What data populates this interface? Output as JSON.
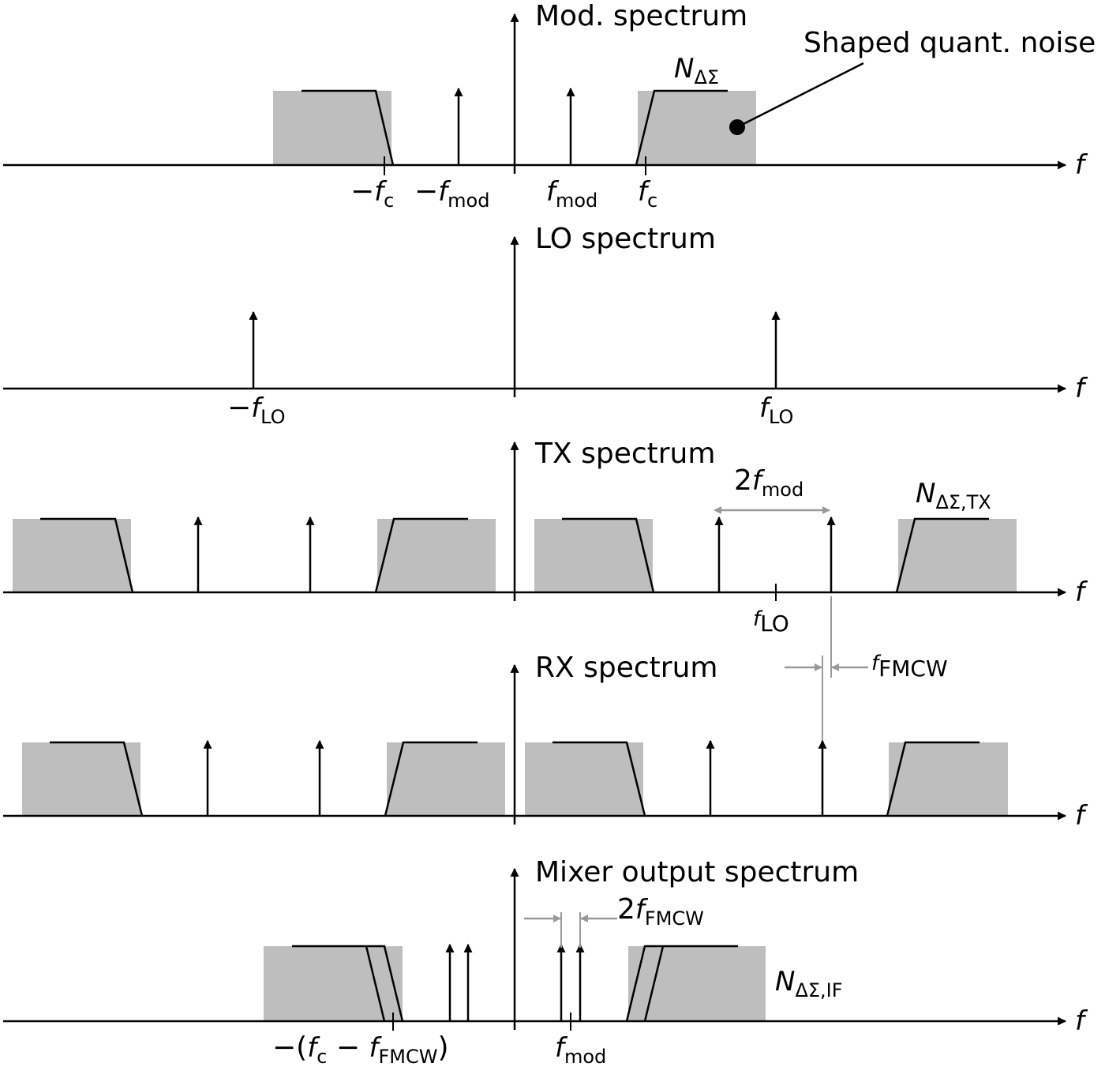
{
  "panels": {
    "mod": {
      "title": "Mod. spectrum",
      "axis_label": "f"
    },
    "lo": {
      "title": "LO spectrum",
      "axis_label": "f"
    },
    "tx": {
      "title": "TX spectrum",
      "axis_label": "f"
    },
    "rx": {
      "title": "RX spectrum",
      "axis_label": "f"
    },
    "mix": {
      "title": "Mixer output spectrum",
      "axis_label": "f"
    }
  },
  "annotations": {
    "shaped_noise": "Shaped quant. noise",
    "n_main": "N",
    "n_main_sub": "ΔΣ",
    "n_tx": "N",
    "n_tx_sub": "ΔΣ,TX",
    "n_if": "N",
    "n_if_sub": "ΔΣ,IF"
  },
  "ticks": {
    "minus": "−",
    "f": "f",
    "fc_sub": "c",
    "fmod_sub": "mod",
    "flo_sub": "LO",
    "ffmcw_sub": "FMCW",
    "two": "2",
    "open_paren": "−(",
    "minus_inner": " − ",
    "close_paren": ")"
  },
  "colors": {
    "noise_fill": "#bebebe",
    "dim_gray": "#9a9a9a",
    "line": "#000000"
  }
}
